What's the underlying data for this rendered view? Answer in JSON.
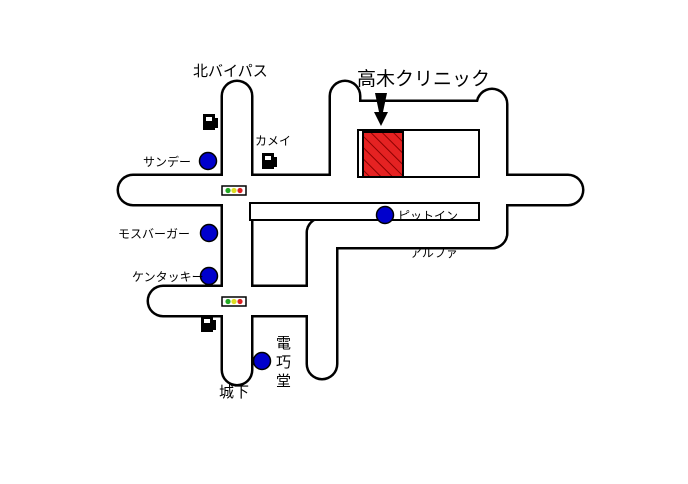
{
  "colors": {
    "background": "#ffffff",
    "road_outline": "#000000",
    "road_fill": "#ffffff",
    "landmark_dot": "#0000cc",
    "clinic_fill": "#e52222",
    "signal_green": "#22aa22",
    "signal_yellow": "#dddd22",
    "signal_red": "#dd2222"
  },
  "labels": {
    "north_bypass": "北バイパス",
    "clinic": "高木クリニック",
    "kamei": "カメイ",
    "sunday": "サンデー",
    "pit_in": "ピットイン",
    "alpha": "アルファ",
    "mos_burger": "モスバーガー",
    "kentucky": "ケンタッキー",
    "denkodo_1": "電",
    "denkodo_2": "巧",
    "denkodo_3": "堂",
    "joka": "城下"
  },
  "icons": {
    "clinic_pointer": "down-arrow-icon",
    "landmark": "blue-dot-icon",
    "gas_station": "gas-pump-icon",
    "signal": "traffic-light-icon"
  }
}
